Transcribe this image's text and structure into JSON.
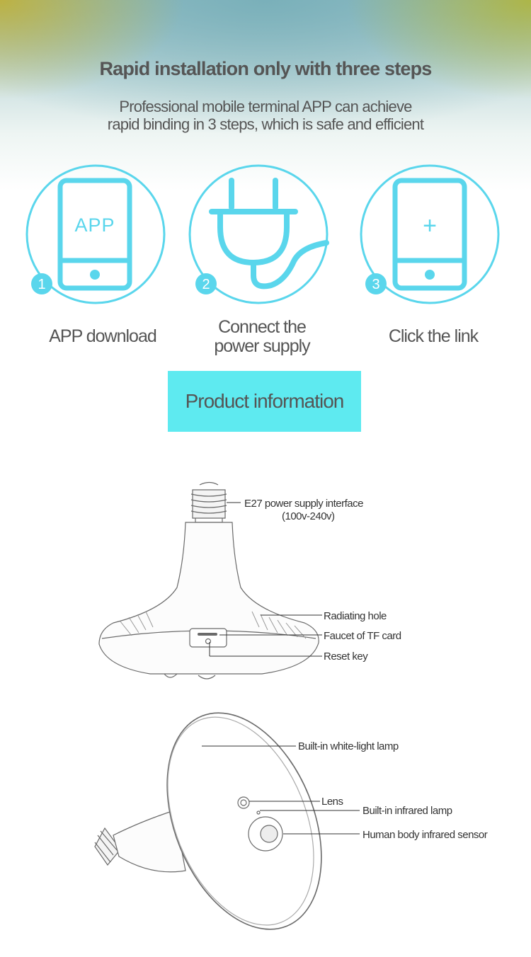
{
  "header": {
    "title": "Rapid installation only with three steps",
    "subtitle_line1": "Professional mobile terminal APP can achieve",
    "subtitle_line2": "rapid binding in 3 steps, which is safe and efficient"
  },
  "steps": [
    {
      "number": "1",
      "icon": "phone-app-icon",
      "icon_text": "APP",
      "label": "APP download"
    },
    {
      "number": "2",
      "icon": "power-plug-icon",
      "label_line1": "Connect the",
      "label_line2": "power supply"
    },
    {
      "number": "3",
      "icon": "phone-plus-icon",
      "icon_text": "+",
      "label": "Click the link"
    }
  ],
  "product_button": {
    "label": "Product information"
  },
  "diagram_top": {
    "labels": {
      "interface_line1": "E27 power supply interface",
      "interface_line2": "(100v-240v)",
      "radiating": "Radiating hole",
      "tf_card": "Faucet of TF card",
      "reset": "Reset key"
    }
  },
  "diagram_bottom": {
    "labels": {
      "lamp": "Built-in white-light lamp",
      "lens": "Lens",
      "infrared_lamp": "Built-in infrared lamp",
      "sensor": "Human body infrared sensor"
    }
  },
  "colors": {
    "accent": "#5ad6ec",
    "button": "#5eeaf0",
    "text": "#555555"
  }
}
